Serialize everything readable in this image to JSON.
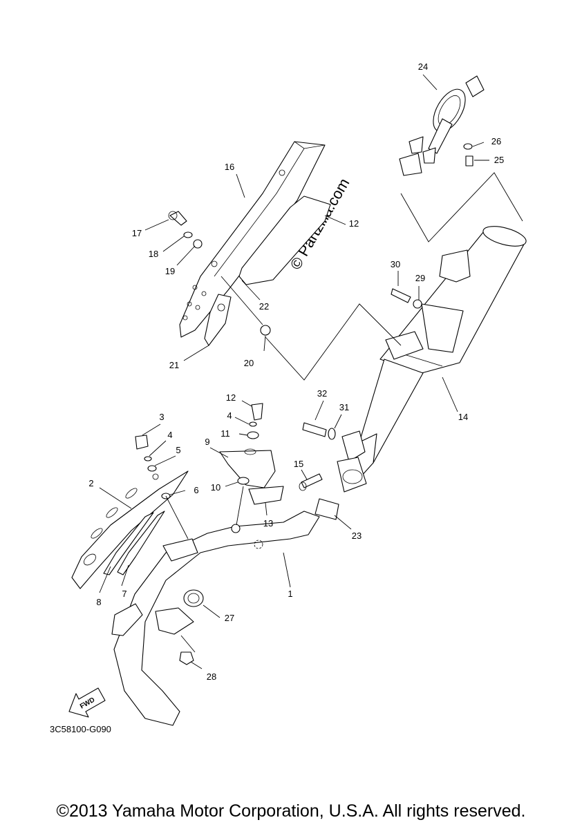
{
  "watermark": "© Partzilla.com",
  "diagram_code": "3C58100-G090",
  "fwd_label": "FWD",
  "copyright": "©2013 Yamaha Motor Corporation, U.S.A. All rights reserved.",
  "callouts": {
    "c1": "1",
    "c2": "2",
    "c3": "3",
    "c4a": "4",
    "c4b": "4",
    "c5": "5",
    "c6": "6",
    "c7": "7",
    "c8": "8",
    "c9": "9",
    "c10": "10",
    "c11": "11",
    "c12": "12",
    "c13": "13",
    "c14": "14",
    "c15": "15",
    "c16": "16",
    "c17": "17",
    "c18": "18",
    "c19": "19",
    "c20": "20",
    "c21": "21",
    "c22": "22",
    "c23": "23",
    "c24": "24",
    "c25": "25",
    "c26": "26",
    "c27": "27",
    "c28": "28",
    "c29": "29",
    "c30": "30",
    "c31": "31",
    "c32": "32"
  }
}
